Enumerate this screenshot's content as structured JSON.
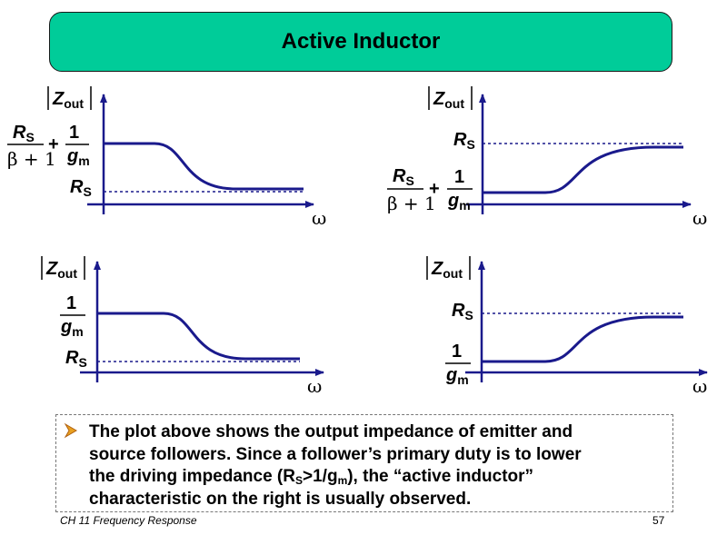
{
  "slide": {
    "title": "Active Inductor"
  },
  "axes": {
    "y_label_main": "Z",
    "y_label_sub": "out",
    "x_label": "ω"
  },
  "levels": {
    "rs_main": "R",
    "rs_sub": "S",
    "beta_plus_one": "β + 1",
    "plus": "+",
    "one": "1",
    "gm_main": "g",
    "gm_sub": "m"
  },
  "plots": [
    {
      "name": "top-left",
      "impedance_trend": "decreasing",
      "low_frequency_level": "Rs/(β+1) + 1/gm",
      "high_frequency_level": "Rs"
    },
    {
      "name": "top-right",
      "impedance_trend": "increasing",
      "low_frequency_level": "Rs/(β+1) + 1/gm",
      "high_frequency_level": "Rs"
    },
    {
      "name": "bottom-left",
      "impedance_trend": "decreasing",
      "low_frequency_level": "1/gm",
      "high_frequency_level": "Rs"
    },
    {
      "name": "bottom-right",
      "impedance_trend": "increasing",
      "low_frequency_level": "1/gm",
      "high_frequency_level": "Rs"
    }
  ],
  "note": {
    "bullet_color": "#e8a020",
    "line1": "The plot above shows the output impedance of emitter and",
    "line2": "source followers.  Since a follower’s primary duty is to lower",
    "line3_before": "the driving impedance (R",
    "line3_sub1": "S",
    "line3_mid": ">1/g",
    "line3_sub2": "m",
    "line3_after": "), the “active inductor”",
    "line4": "characteristic on the right is usually observed."
  },
  "footer": {
    "left": "CH 11 Frequency Response",
    "page": "57"
  },
  "colors": {
    "title_bg": "#00cc99",
    "curve": "#1a1a8c",
    "axis": "#1a1a8c"
  }
}
